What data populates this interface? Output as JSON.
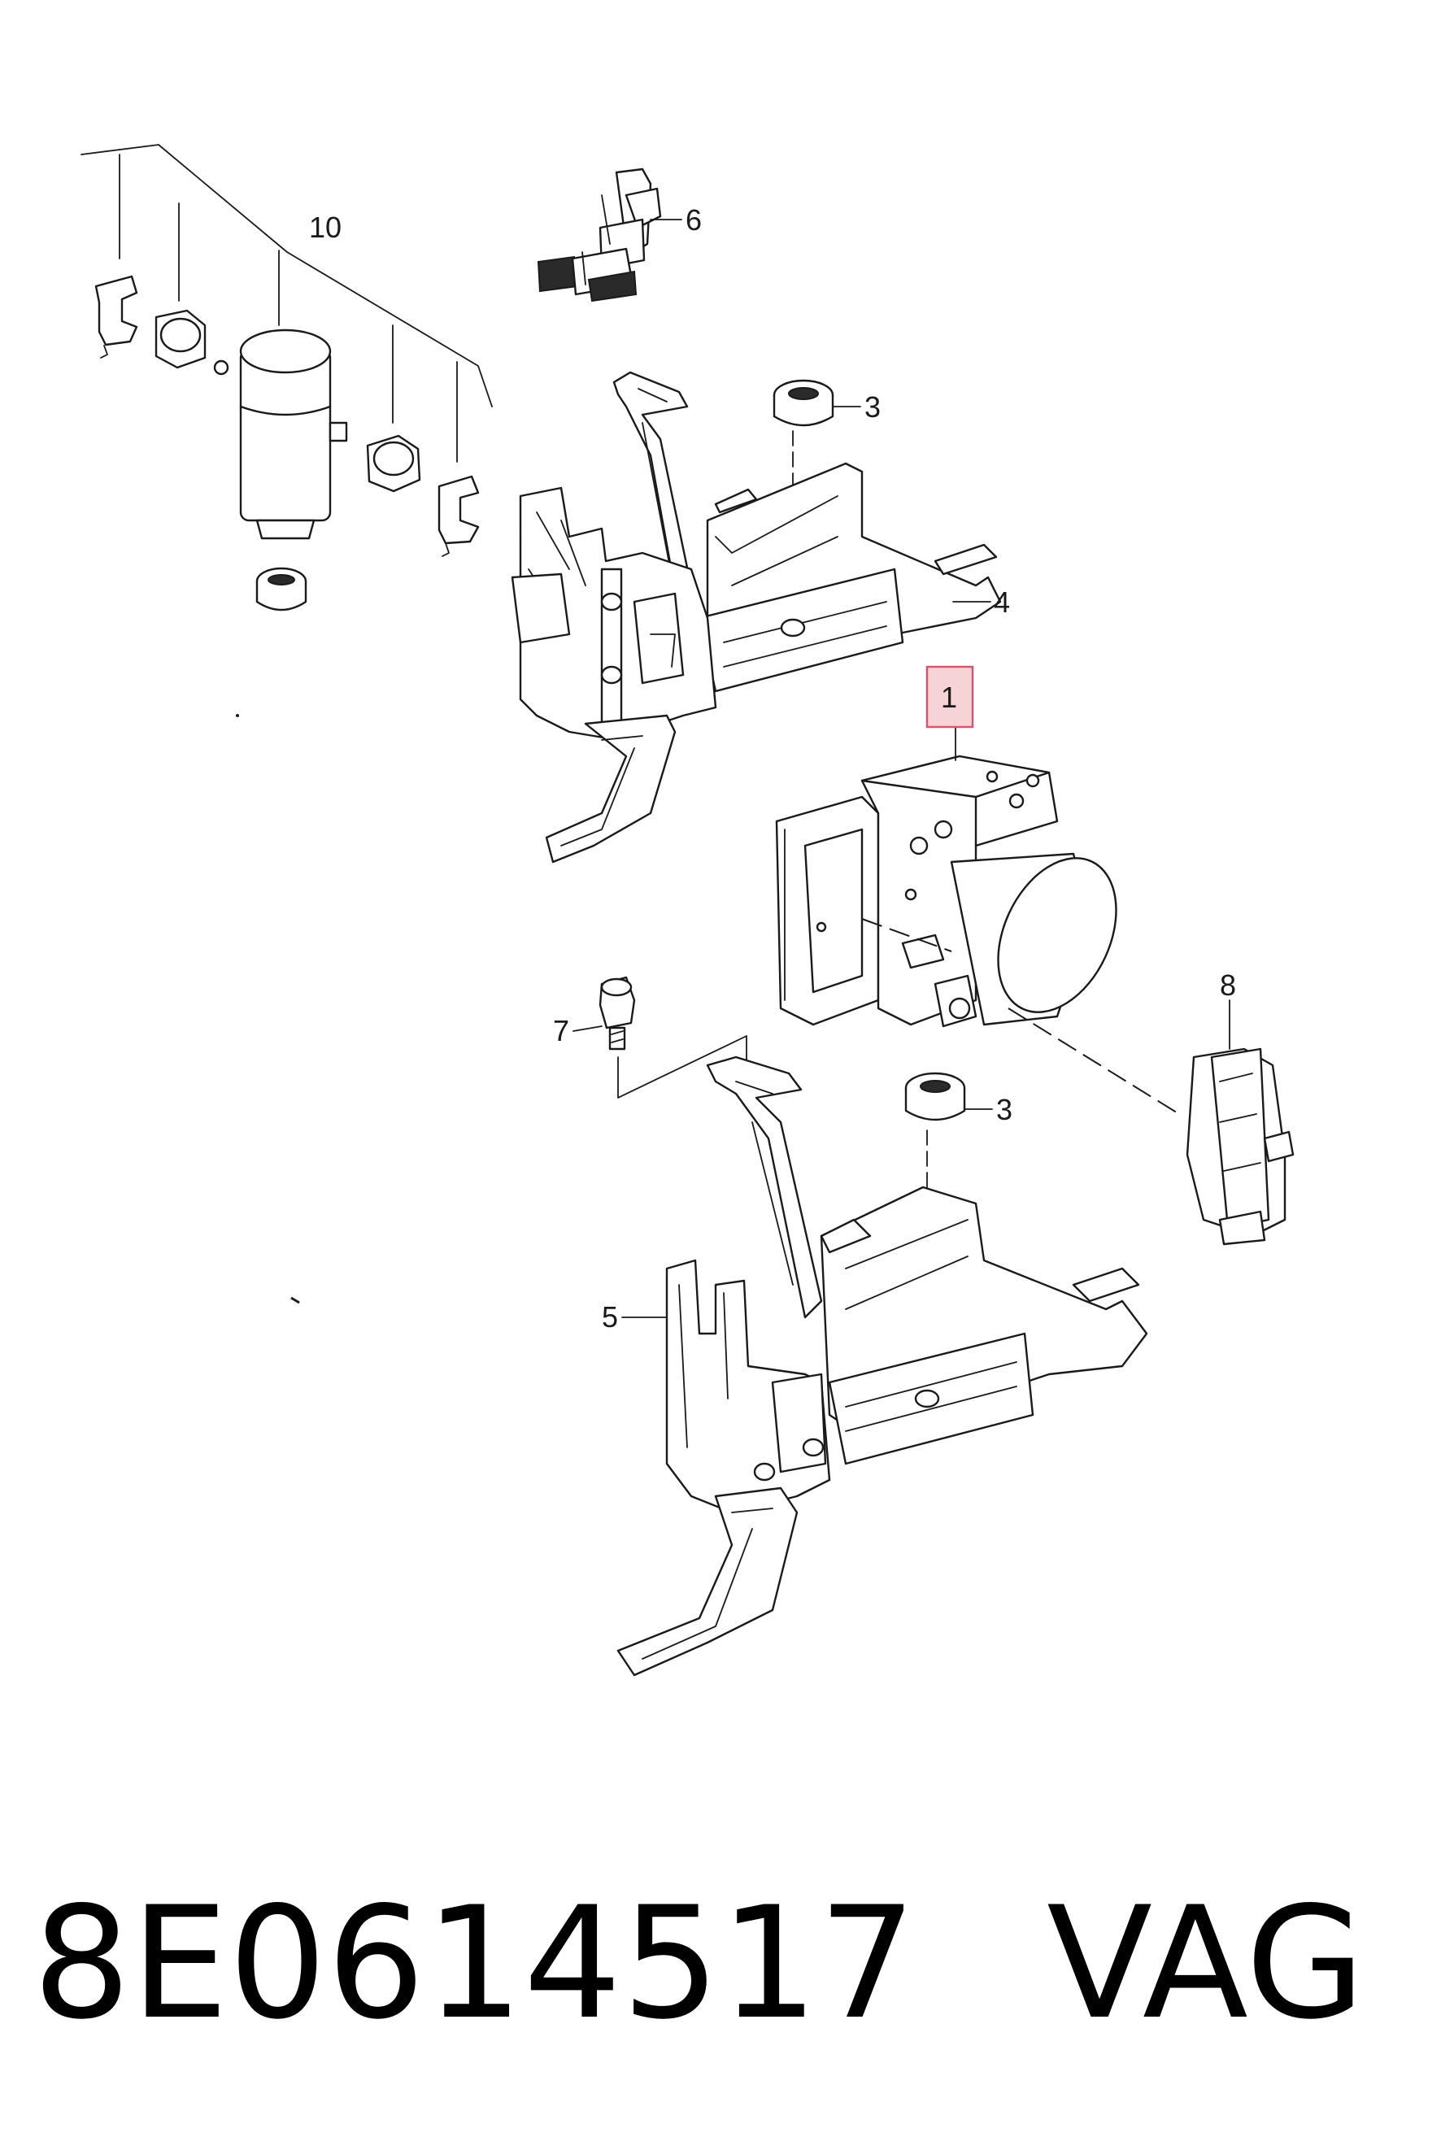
{
  "callouts": {
    "c1": "1",
    "c3a": "3",
    "c3b": "3",
    "c4": "4",
    "c5": "5",
    "c6": "6",
    "c7": "7",
    "c8": "8",
    "c10": "10"
  },
  "highlighted_callout": "1",
  "caption": {
    "part_number": "8E0614517",
    "brand": "VAG"
  },
  "colors": {
    "line": "#1a1a1a",
    "highlight_fill": "#f6d3d6",
    "highlight_stroke": "#d9546a",
    "background": "#ffffff"
  }
}
